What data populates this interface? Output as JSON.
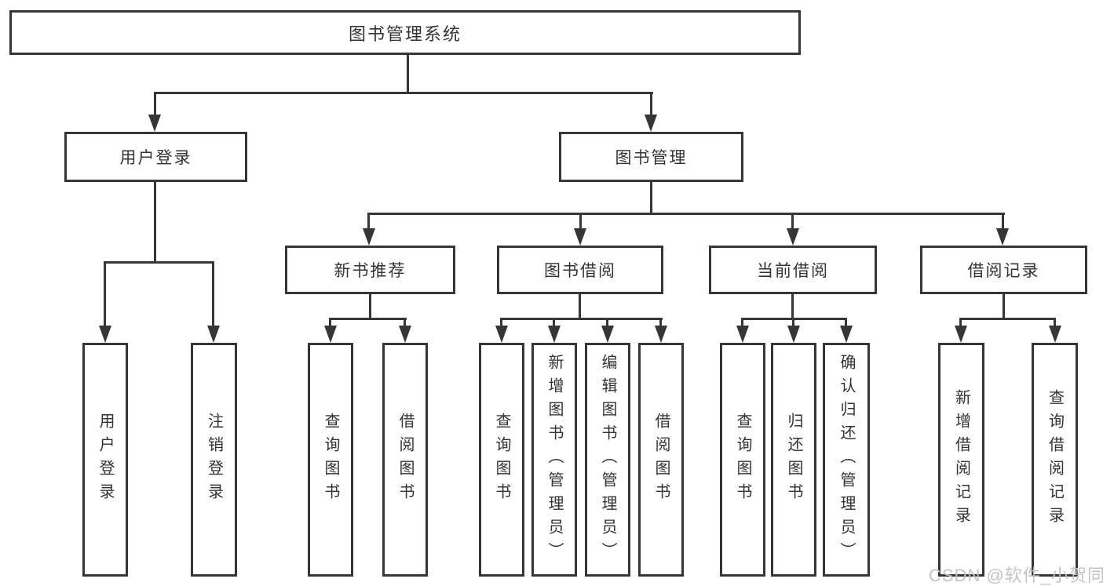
{
  "diagram_type": "hierarchy-tree",
  "tree": {
    "label": "图书管理系统",
    "children": [
      {
        "label": "用户登录",
        "children": [
          {
            "label": "用户登录"
          },
          {
            "label": "注销登录"
          }
        ]
      },
      {
        "label": "图书管理",
        "children": [
          {
            "label": "新书推荐",
            "children": [
              {
                "label": "查询图书"
              },
              {
                "label": "借阅图书"
              }
            ]
          },
          {
            "label": "图书借阅",
            "children": [
              {
                "label": "查询图书"
              },
              {
                "label": "新增图书（管理员）"
              },
              {
                "label": "编辑图书（管理员）"
              },
              {
                "label": "借阅图书"
              }
            ]
          },
          {
            "label": "当前借阅",
            "children": [
              {
                "label": "查询图书"
              },
              {
                "label": "归还图书"
              },
              {
                "label": "确认归还（管理员）"
              }
            ]
          },
          {
            "label": "借阅记录",
            "children": [
              {
                "label": "新增借阅记录"
              },
              {
                "label": "查询借阅记录"
              }
            ]
          }
        ]
      }
    ]
  },
  "watermark": {
    "text": "CSDN @软件_小贺同学"
  },
  "colors": {
    "line": "#363636",
    "text": "#333333",
    "background": "#ffffff",
    "watermark": "#c1c1c1"
  }
}
